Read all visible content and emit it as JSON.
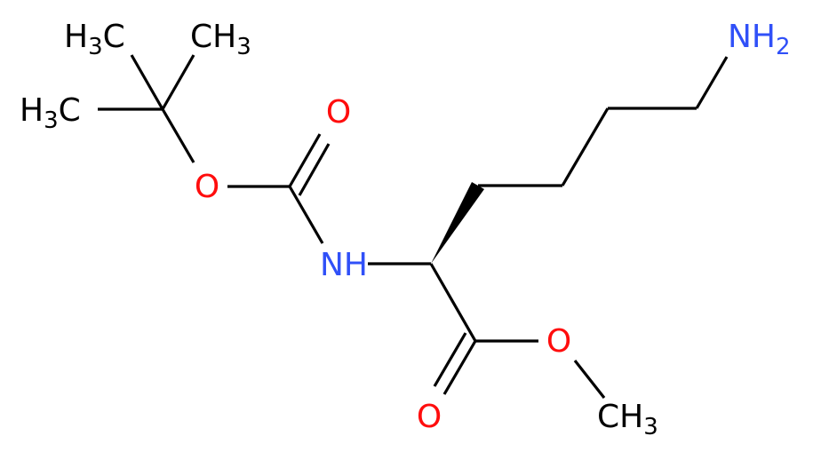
{
  "colors": {
    "carbon": "#000000",
    "oxygen": "#ff0d0d",
    "nitrogen": "#3050f8"
  },
  "labels": {
    "h3c_top": {
      "main": "H",
      "sub": "3",
      "tail": "C"
    },
    "ch3_top": {
      "main": "CH",
      "sub": "3"
    },
    "h3c_left": {
      "main": "H",
      "sub": "3",
      "tail": "C"
    },
    "o_carbonyl_boc": "O",
    "o_ether_boc": "O",
    "nh": "NH",
    "nh2": {
      "main": "NH",
      "sub": "2"
    },
    "o_ester": "O",
    "o_carbonyl_ester": "O",
    "ch3_ester": {
      "main": "CH",
      "sub": "3"
    }
  }
}
